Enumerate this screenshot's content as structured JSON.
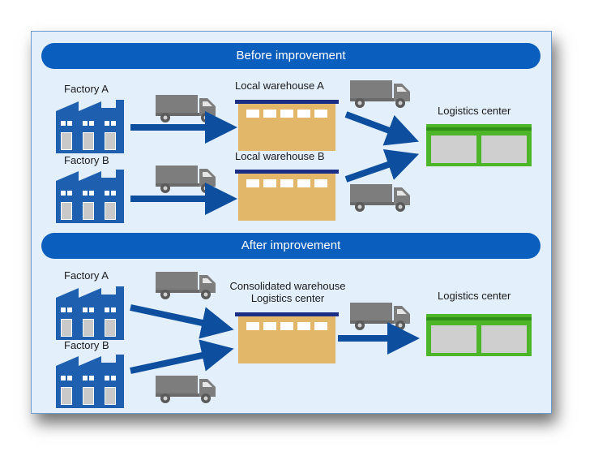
{
  "before": {
    "title": "Before improvement",
    "factory_a": "Factory A",
    "factory_b": "Factory B",
    "warehouse_a": "Local warehouse A",
    "warehouse_b": "Local warehouse B",
    "logistics": "Logistics center"
  },
  "after": {
    "title": "After improvement",
    "factory_a": "Factory A",
    "factory_b": "Factory B",
    "warehouse_line1": "Consolidated warehouse",
    "warehouse_line2": "Logistics center",
    "logistics": "Logistics center"
  },
  "colors": {
    "banner": "#0a5ebd",
    "factory": "#1f5fb0",
    "arrow": "#0d4f9e",
    "warehouse": "#e3b769",
    "logistics": "#4cb528",
    "truck": "#7a7a7a"
  },
  "icons": [
    "factory-icon",
    "truck-icon",
    "warehouse-icon",
    "logistics-center-icon"
  ]
}
